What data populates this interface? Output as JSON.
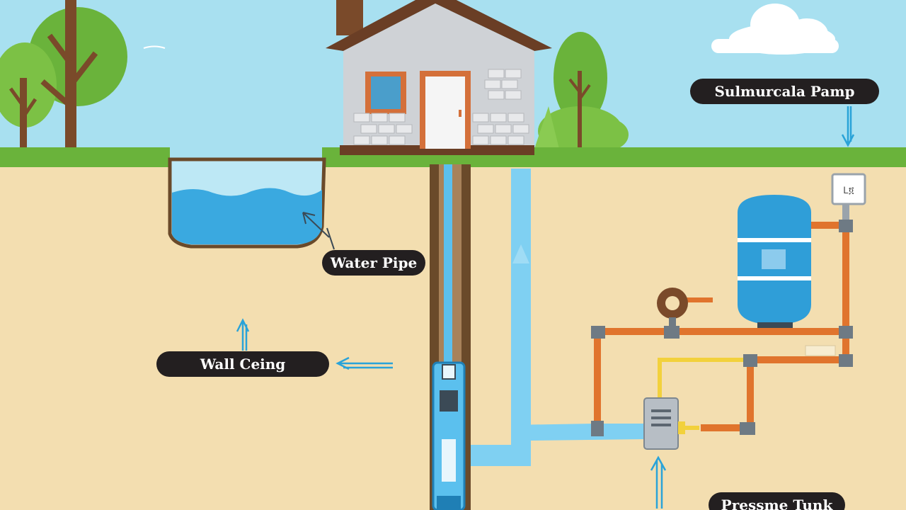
{
  "labels": {
    "submersible_pump": "Sulmurcala Pamp",
    "water_pipe": "Water Pipe",
    "well_casing": "Wall Ceing",
    "pressure_tank": "Pressme Tunk"
  },
  "colors": {
    "sky": "#a8e0f0",
    "grass": "#6ab33b",
    "soil": "#f3deb0",
    "water": "#3aa9e0",
    "pipe_orange": "#e0742d",
    "pipe_yellow": "#f2d13c",
    "tank_blue": "#2f9ed8",
    "label_bg": "#231f20"
  },
  "pressure_switch_text": "Ꮮ፬",
  "icons": [
    "house-icon",
    "tree-icon",
    "cloud-icon",
    "arrow-icon",
    "pressure-tank-icon",
    "pump-icon",
    "control-box-icon",
    "gauge-icon"
  ]
}
